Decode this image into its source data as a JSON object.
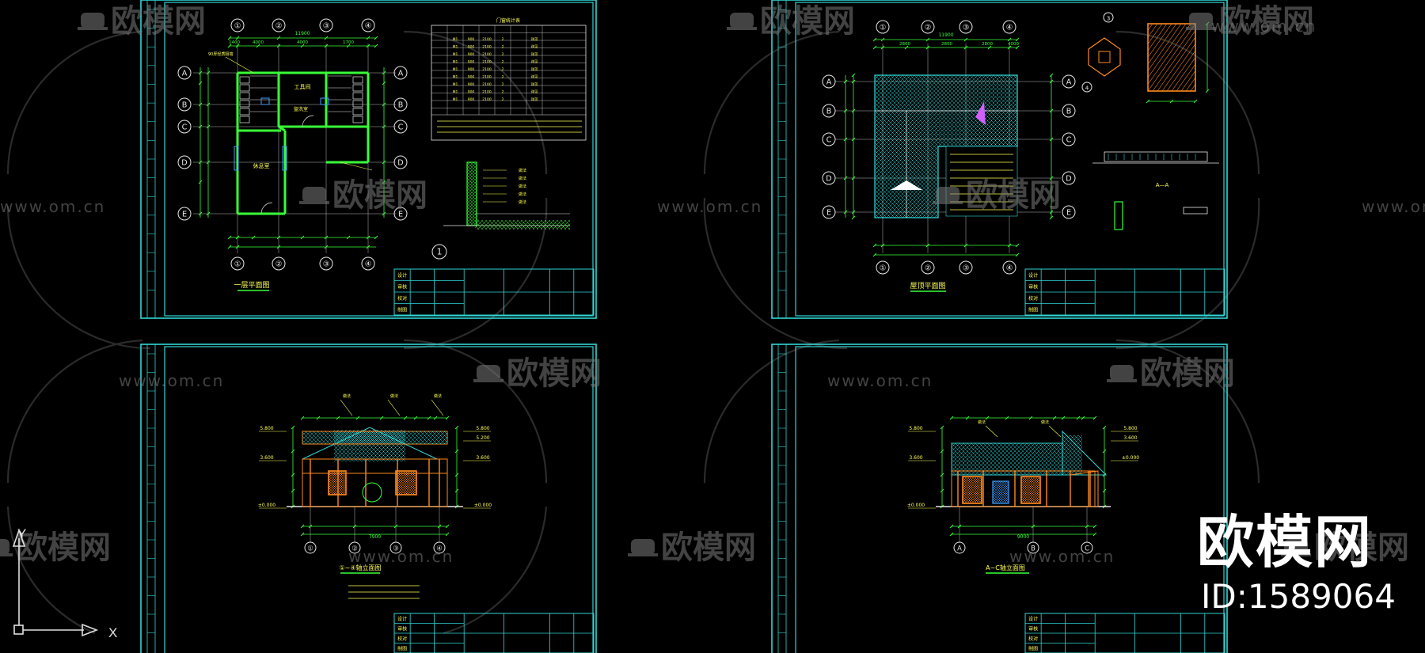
{
  "colors": {
    "background": "#000000",
    "sheet_frame": "#2fd6d6",
    "wall": "#38ff38",
    "dimension": "#38ff38",
    "grid_bubble": "#e8e8e8",
    "fixture": "#e8e8e8",
    "hatch": "#2fd6d6",
    "wood": "#ff8a1c",
    "door": "#ff8a1c",
    "annotation": "#ffff55",
    "axis": "#e0e0e0",
    "watermark": "#7a7a7a"
  },
  "watermark": {
    "brand": "欧模网",
    "url": "www.om.cn"
  },
  "badge": {
    "brand": "欧模网",
    "id_text": "ID:1589064"
  },
  "ucs": {
    "x_label": "X",
    "y_label": "Y"
  },
  "sheets": [
    {
      "grid_labels_top": [
        "①",
        "②",
        "③",
        "④"
      ],
      "grid_labels_side": [
        "A",
        "B",
        "C",
        "D",
        "E"
      ],
      "overall_dim": "11900",
      "dims_top": [
        "1400",
        "4000",
        "4000",
        "1700"
      ],
      "room_label": "工具间",
      "note": "1",
      "rows": [
        "设计",
        "审核",
        "校对",
        "制图"
      ]
    },
    {
      "grid_labels_top": [
        "①",
        "②",
        "③",
        "④"
      ],
      "grid_labels_side": [
        "A",
        "B",
        "C",
        "D",
        "E"
      ],
      "overall_dim": "11900",
      "dims_top": [
        "2800",
        "2800",
        "2800",
        "4000"
      ],
      "section_label": "A—A",
      "rows": [
        "设计",
        "审核",
        "校对",
        "制图"
      ]
    },
    {
      "grid_labels_bottom": [
        "①",
        "②",
        "③",
        "④"
      ],
      "overall_dim": "7900",
      "elev_left": [
        "5.800",
        "3.600",
        "±0.000"
      ],
      "elev_right": [
        "5.800",
        "5.200",
        "3.600",
        "±0.000"
      ],
      "rows": [
        "设计",
        "审核",
        "校对",
        "制图"
      ]
    },
    {
      "grid_labels_bottom": [
        "A",
        "B",
        "C"
      ],
      "overall_dim": "9000",
      "elev_left": [
        "5.800",
        "3.600",
        "±0.000"
      ],
      "elev_right": [
        "5.800",
        "3.600",
        "±0.000"
      ],
      "rows": [
        "设计",
        "审核",
        "校对",
        "制图"
      ]
    }
  ]
}
